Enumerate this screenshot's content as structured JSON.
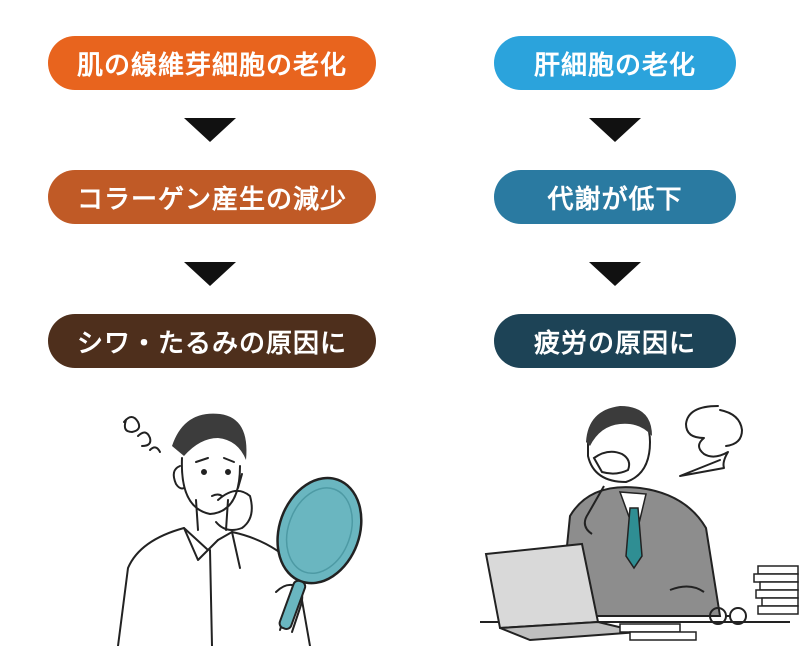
{
  "left_flow": {
    "step1": "肌の線維芽細胞の老化",
    "step2": "コラーゲン産生の減少",
    "step3": "シワ・たるみの原因に"
  },
  "right_flow": {
    "step1": "肝細胞の老化",
    "step2": "代謝が低下",
    "step3": "疲労の原因に"
  },
  "colors": {
    "left_step1": "#e8641e",
    "left_step2": "#c05a26",
    "left_step3": "#4e2f1c",
    "right_step1": "#2ba3dc",
    "right_step2": "#2a7aa1",
    "right_step3": "#1d4356",
    "arrow": "#111111"
  },
  "icons": {
    "left_illustration": "man-with-hand-mirror-icon",
    "right_illustration": "tired-businessman-at-laptop-icon"
  }
}
